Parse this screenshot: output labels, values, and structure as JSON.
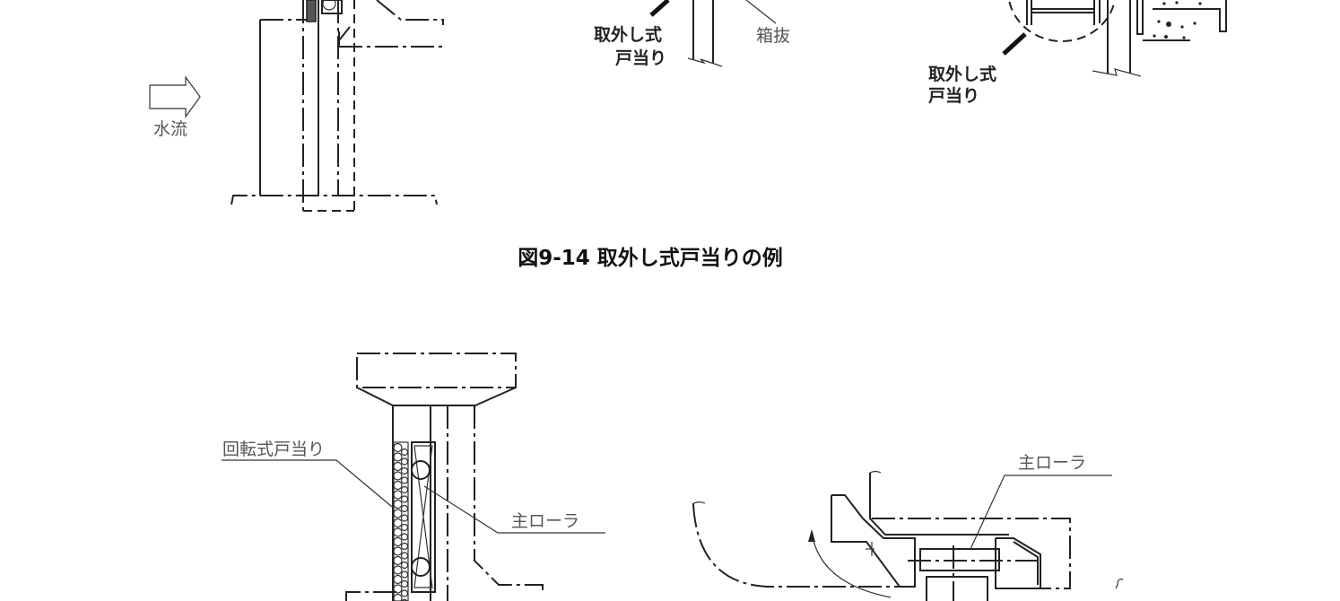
{
  "figure_top": {
    "left_panel": {
      "water_flow_label": "水流"
    },
    "middle_panel": {
      "removable_label_line1": "取外し式",
      "removable_label_line2": "戸当り",
      "box_out_label": "箱抜"
    },
    "right_panel": {
      "removable_label_line1": "取外し式",
      "removable_label_line2": "戸当り"
    },
    "caption": "図9-14 取外し式戸当りの例"
  },
  "figure_bottom": {
    "left_panel": {
      "rotary_stop_label": "回転式戸当り",
      "main_roller_label": "主ローラ"
    },
    "right_panel": {
      "main_roller_label": "主ローラ"
    }
  }
}
